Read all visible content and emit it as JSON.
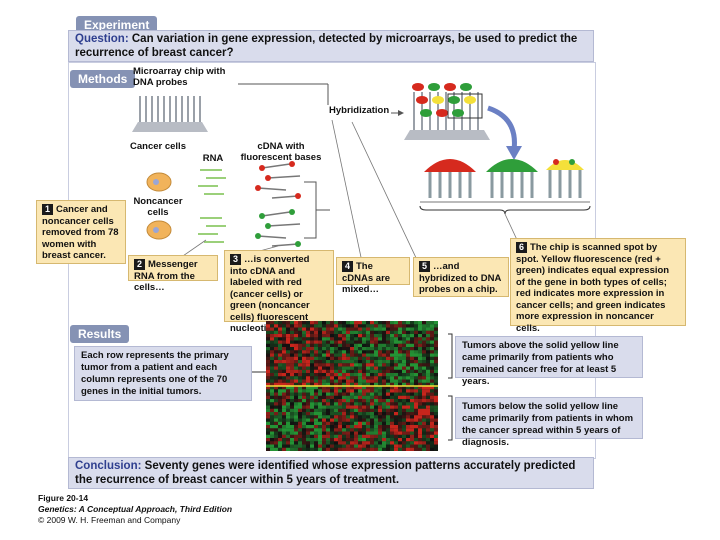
{
  "header": {
    "experiment": "Experiment",
    "methods": "Methods",
    "results": "Results"
  },
  "question": {
    "label": "Question:",
    "text": "Can variation in gene expression, detected by microarrays, be used to predict the recurrence of breast cancer?"
  },
  "labels": {
    "chip": "Microarray chip with DNA probes",
    "hybridization": "Hybridization",
    "cancer_cells": "Cancer cells",
    "rna": "RNA",
    "cdna": "cDNA with fluorescent bases",
    "noncancer_cells": "Noncancer cells"
  },
  "steps": [
    {
      "num": "1",
      "text": "Cancer and noncancer cells removed from 78 women with breast cancer."
    },
    {
      "num": "2",
      "text": "Messenger RNA from the cells…"
    },
    {
      "num": "3",
      "text": "…is converted into cDNA and labeled with red (cancer cells) or green (noncancer cells) fluorescent nucleotides."
    },
    {
      "num": "4",
      "text": "The cDNAs are mixed…"
    },
    {
      "num": "5",
      "text": "…and hybridized to DNA probes on a chip."
    },
    {
      "num": "6",
      "text": "The chip is scanned spot by spot. Yellow fluorescence (red + green) indicates equal expression of the gene in both types of cells; red indicates more expression in cancer cells; and green indicates more expression in noncancer cells."
    }
  ],
  "results": {
    "row_note": "Each row represents the primary tumor from a patient and each column represents one of the 70 genes in the initial tumors.",
    "above_note": "Tumors above the solid yellow line came primarily from patients who remained cancer free for at least 5 years.",
    "below_note": "Tumors below the solid yellow line came primarily from patients in whom the cancer spread within 5 years of diagnosis."
  },
  "conclusion": {
    "label": "Conclusion:",
    "text": "Seventy genes were identified whose expression patterns accurately predicted the recurrence of breast cancer within 5 years of treatment."
  },
  "caption": {
    "figure": "Figure 20-14",
    "book": "Genetics: A Conceptual Approach, Third Edition",
    "copyright": "© 2009 W. H. Freeman and Company"
  },
  "colors": {
    "red": "#d62a1e",
    "green": "#2f9e3a",
    "yellow": "#f4e03a",
    "header": "#8592b4",
    "note": "#fbe7b4"
  }
}
